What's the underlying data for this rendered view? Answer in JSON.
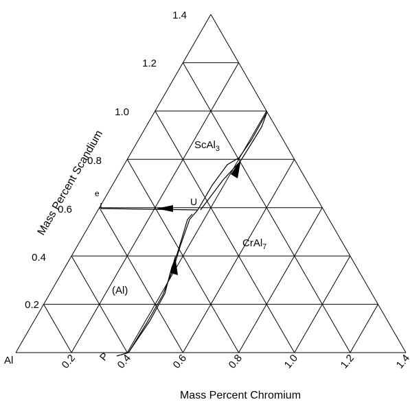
{
  "diagram": {
    "corner_label": "Al",
    "y_axis_title": "Mass Percent Scandium",
    "x_axis_title": "Mass Percent Chromium",
    "y_ticks": [
      "0.2",
      "0.4",
      "0.6",
      "0.8",
      "1.0",
      "1.2",
      "1.4"
    ],
    "x_ticks": [
      "0.2",
      "0.4",
      "0.6",
      "0.8",
      "1.0",
      "1.2",
      "1.4"
    ],
    "point_labels": {
      "e": "e",
      "U": "U",
      "P": "P"
    },
    "regions": {
      "scal3": {
        "main": "ScAl",
        "sub": "3"
      },
      "cral7": {
        "main": "CrAl",
        "sub": "7"
      },
      "al": "(Al)"
    }
  }
}
